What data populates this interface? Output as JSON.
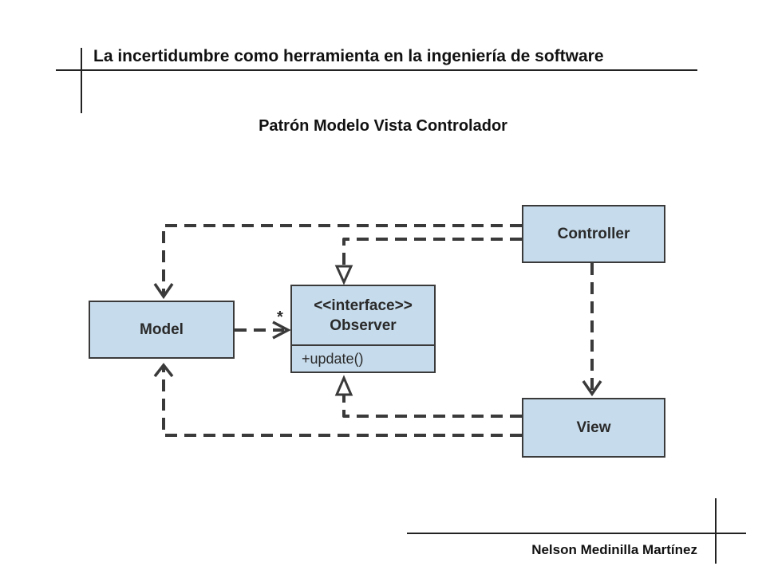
{
  "header": {
    "title": "La incertidumbre como herramienta en la ingeniería de software"
  },
  "slide": {
    "title": "Patrón Modelo Vista Controlador"
  },
  "footer": {
    "author": "Nelson Medinilla Martínez"
  },
  "diagram": {
    "controller": "Controller",
    "model": "Model",
    "view": "View",
    "observer": {
      "stereotype": "<<interface>>",
      "name": "Observer",
      "method": "+update()"
    },
    "multiplicity": "*"
  },
  "colors": {
    "box_fill": "#c6dbeb",
    "stroke": "#3a3a3a"
  }
}
